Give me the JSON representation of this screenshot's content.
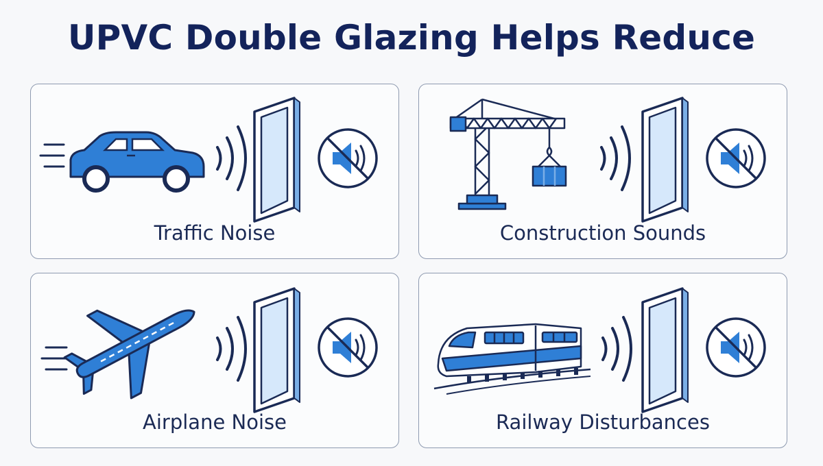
{
  "header": {
    "title": "UPVC Double Glazing Helps Reduce"
  },
  "cards": [
    {
      "label": "Traffic Noise",
      "source_icon": "car-icon"
    },
    {
      "label": "Construction Sounds",
      "source_icon": "crane-icon"
    },
    {
      "label": "Airplane Noise",
      "source_icon": "airplane-icon"
    },
    {
      "label": "Railway Disturbances",
      "source_icon": "train-icon"
    }
  ],
  "icons": {
    "sound_waves": "sound-waves-icon",
    "window": "window-icon",
    "muted": "muted-speaker-icon"
  },
  "colors": {
    "title": "#13235b",
    "accent_blue": "#2f7fd6",
    "navy": "#1a2a55",
    "glass": "#d6e8fb"
  }
}
